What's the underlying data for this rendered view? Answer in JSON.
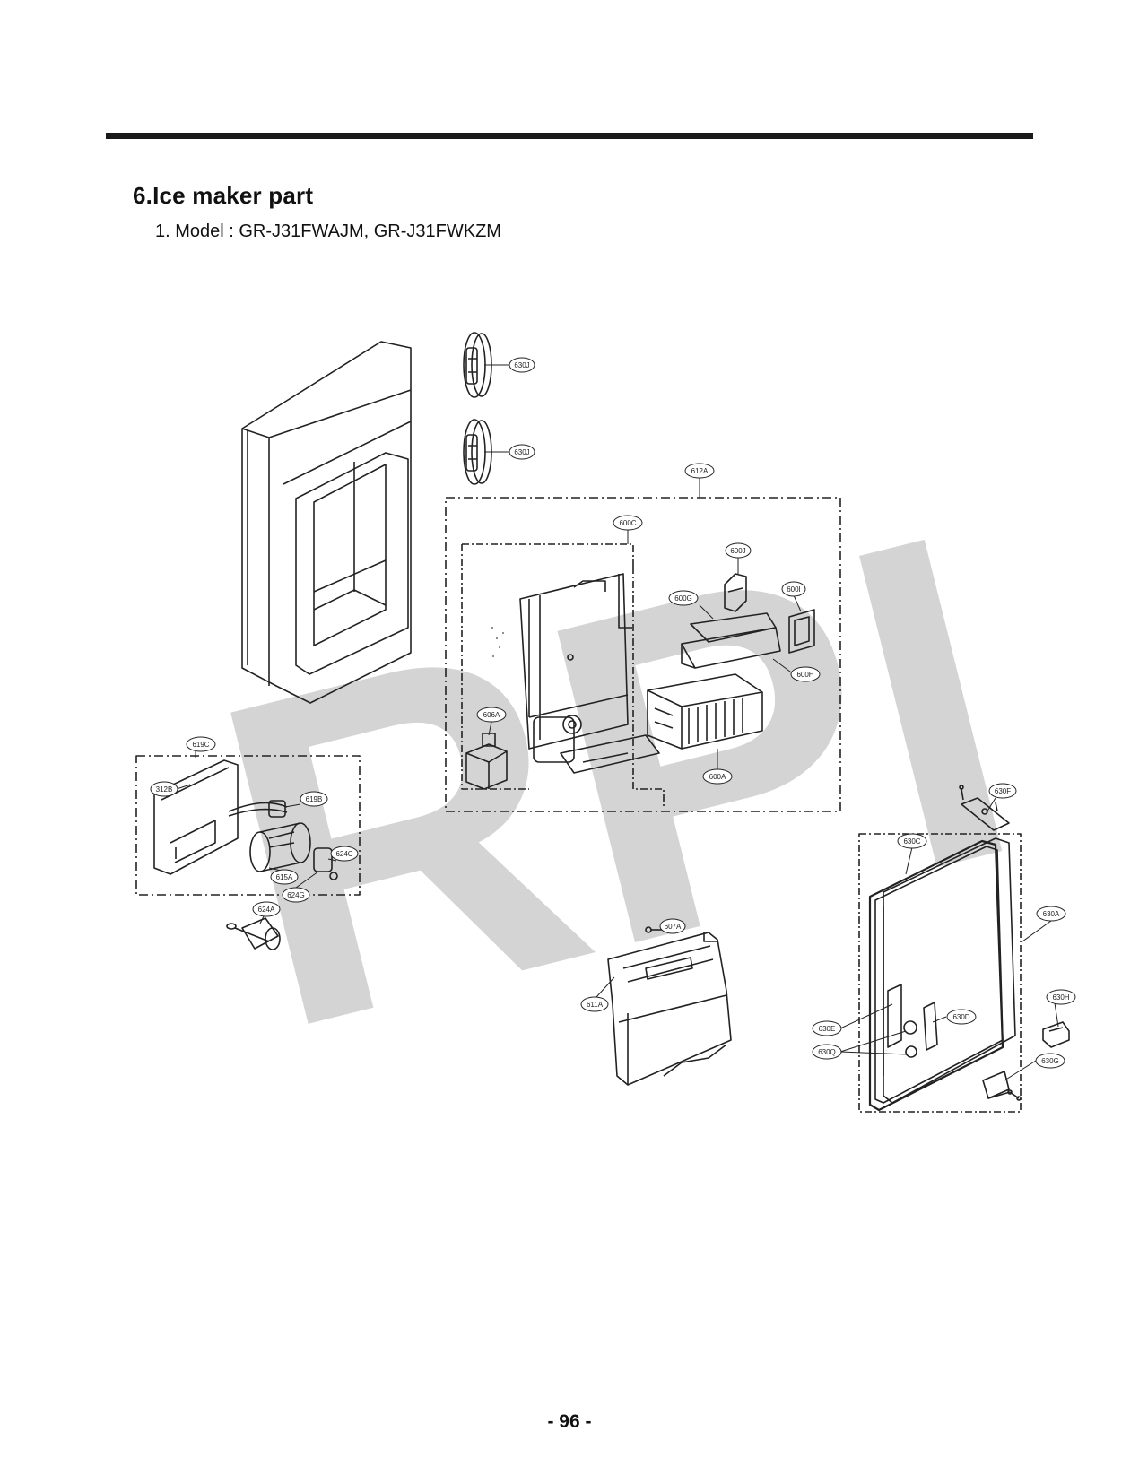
{
  "section_title": "6.Ice maker part",
  "model_line": "1. Model : GR-J31FWAJM, GR-J31FWKZM",
  "page_number": "- 96 -",
  "watermark_text": "RPI",
  "callouts": {
    "l630J_a": "630J",
    "l630J_b": "630J",
    "l612A": "612A",
    "l600C": "600C",
    "l600J": "600J",
    "l600G": "600G",
    "l600I": "600I",
    "l600H": "600H",
    "l606A": "606A",
    "l600A": "600A",
    "l619C": "619C",
    "l312B": "312B",
    "l619B": "619B",
    "l624C": "624C",
    "l615A": "615A",
    "l624G": "624G",
    "l624A": "624A",
    "l607A": "607A",
    "l611A": "611A",
    "l630F": "630F",
    "l630C": "630C",
    "l630A": "630A",
    "l630H": "630H",
    "l630E": "630E",
    "l630D": "630D",
    "l630Q": "630Q",
    "l630G": "630G"
  },
  "colors": {
    "line": "#222222",
    "watermark": "#d4d4d4",
    "rule": "#1a1a1a"
  }
}
